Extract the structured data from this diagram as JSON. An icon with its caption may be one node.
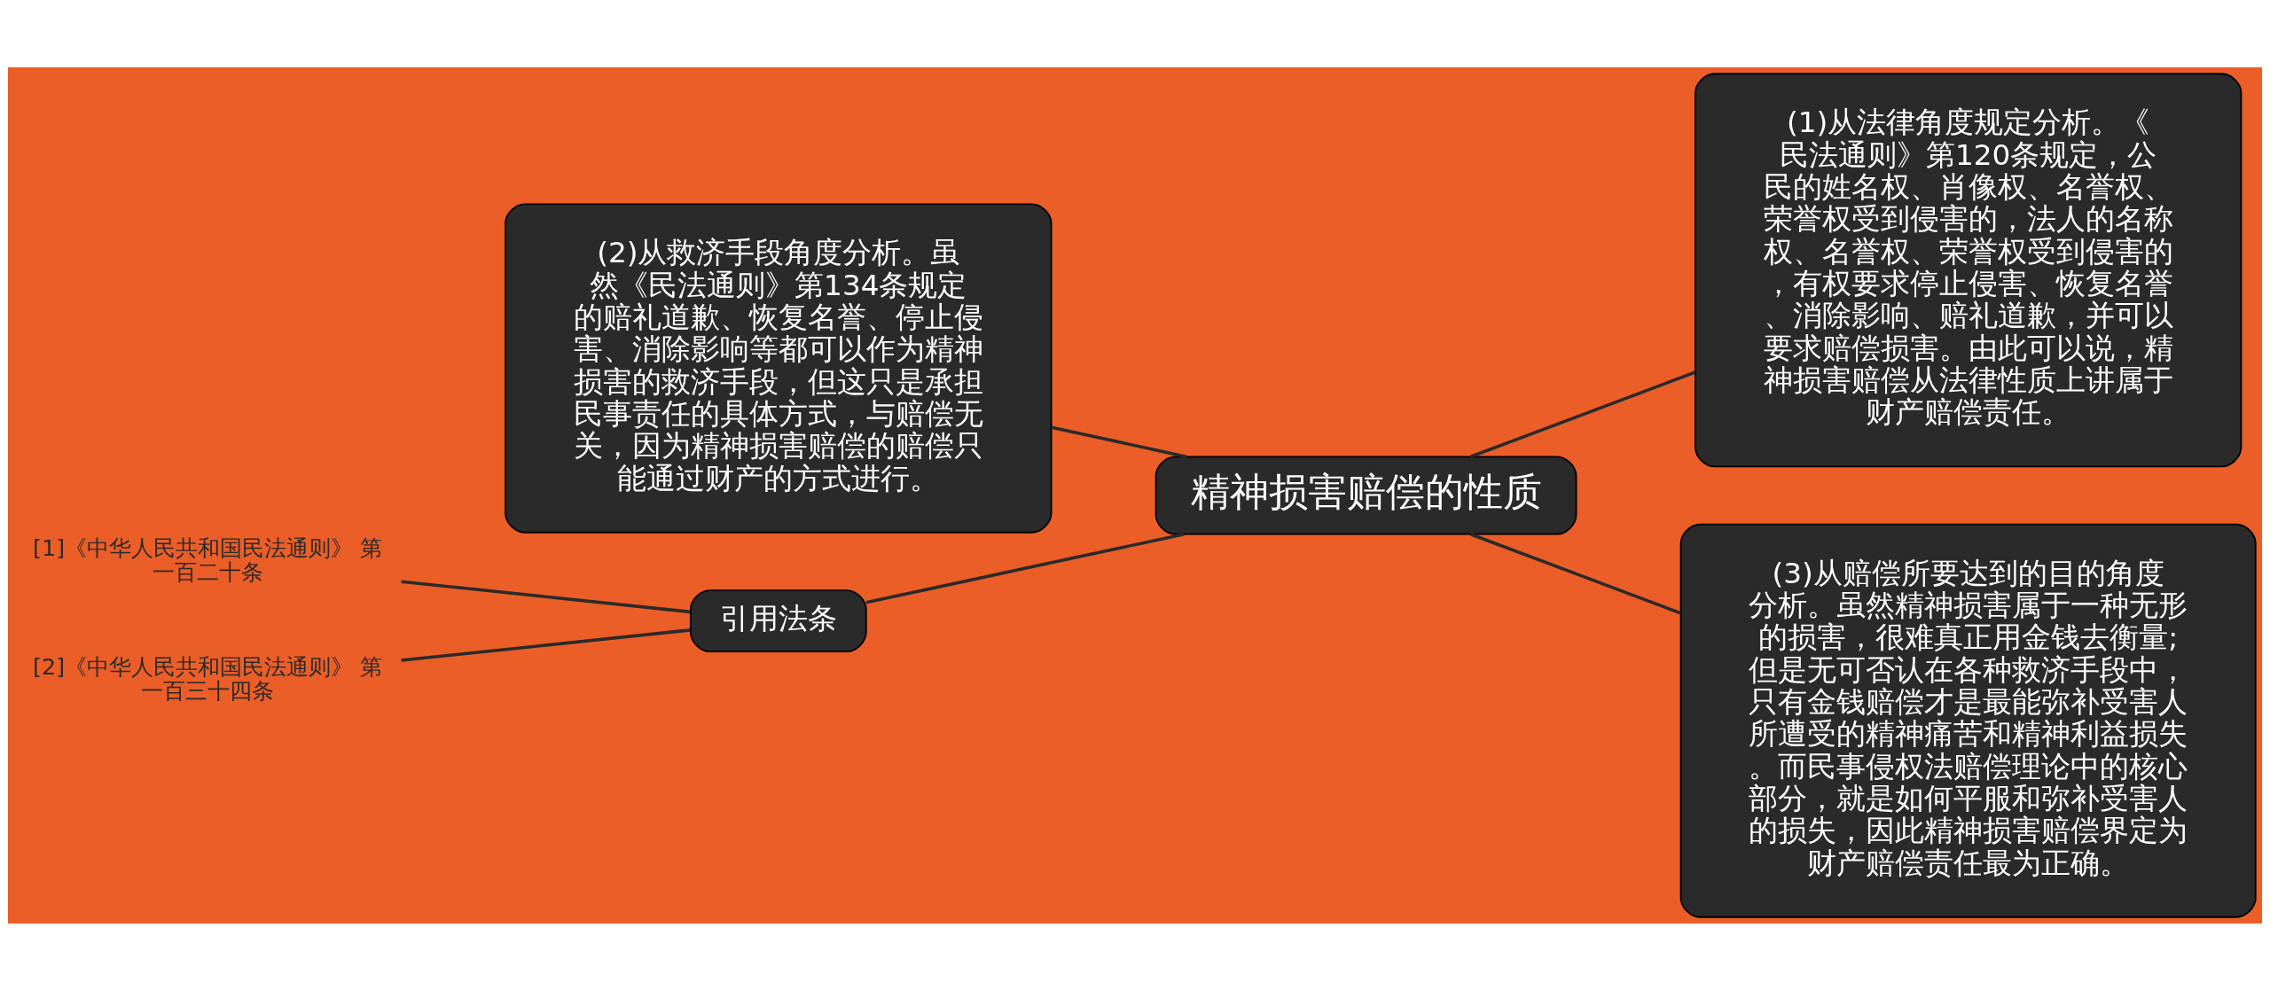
{
  "diagram": {
    "nodes": [
      {
        "text": [
          "精神损害赔偿的性质"
        ]
      },
      {
        "text": [
          "(1)从法律角度规定分析。《民法通则》第120条规定，公民的姓名权、肖像权、名誉权、荣誉权受到侵害的，法人的名称权、名誉权、荣誉权受到侵害的，有权要求停止侵害、恢复名誉、消除影响、赔礼道歉，并可以要求赔偿损害。由此可以说，精神损害赔偿从法律性质上讲属于财产赔偿责任。"
        ]
      },
      {
        "text": [
          "(2)从救济手段角度分析。虽然《民法通则》第134条规定的赔礼道歉、恢复名誉、停止侵害、消除影响等都可以作为精神损害的救济手段，但这只是承担民事责任的具体方式，与赔偿无关，因为精神损害赔偿的赔偿只能通过财产的方式进行。"
        ]
      },
      {
        "text": [
          "(3)从赔偿所要达到的目的角度分析。虽然精神损害属于一种无形的损害，很难真正用金钱去衡量;但是无可否认在各种救济手段中，只有金钱赔偿才是最能弥补受害人所遭受的精神痛苦和精神利益损失。而民事侵权法赔偿理论中的核心部分，就是如何平服和弥补受害人的损失，因此精神损害赔偿界定为财产赔偿责任最为正确。"
        ]
      },
      {
        "text": [
          "引用法条"
        ]
      },
      {
        "text": [
          "[1]《中华人民共和国民法通则》 第一百二十条"
        ]
      },
      {
        "text": [
          "[2]《中华人民共和国民法通则》 第一百三十四条"
        ]
      }
    ],
    "edges": [
      {
        "from": 0,
        "to": 1,
        "arrow": "none"
      },
      {
        "from": 0,
        "to": 2,
        "arrow": "none"
      },
      {
        "from": 0,
        "to": 3,
        "arrow": "none"
      },
      {
        "from": 0,
        "to": 4,
        "arrow": "none"
      },
      {
        "from": 4,
        "to": 5,
        "arrow": "none"
      },
      {
        "from": 4,
        "to": 6,
        "arrow": "none"
      }
    ]
  }
}
